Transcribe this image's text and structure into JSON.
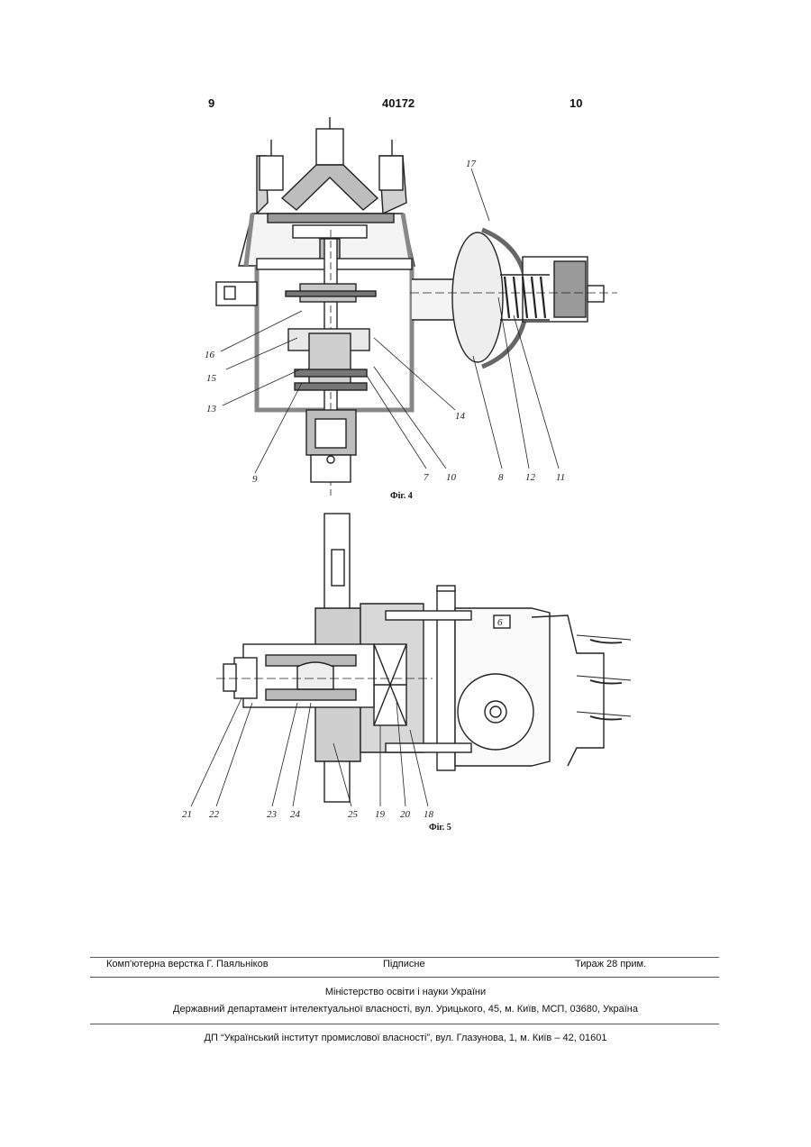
{
  "header": {
    "page_left": "9",
    "patent_number": "40172",
    "page_right": "10"
  },
  "figures": {
    "fig4": {
      "caption": "Фіг. 4",
      "labels": [
        "17",
        "16",
        "15",
        "13",
        "14",
        "9",
        "7",
        "10",
        "8",
        "12",
        "11"
      ]
    },
    "fig5": {
      "caption": "Фіг. 5",
      "labels": [
        "21",
        "22",
        "23",
        "24",
        "25",
        "19",
        "20",
        "18",
        "6"
      ]
    }
  },
  "footer": {
    "layout_credit": "Комп'ютерна верстка Г. Паяльніков",
    "signed": "Підписне",
    "circulation": "Тираж 28 прим.",
    "ministry": "Міністерство освіти і науки України",
    "department": "Державний департамент інтелектуальної власності, вул. Урицького, 45, м. Київ, МСП, 03680, Україна",
    "institute": "ДП “Український інститут промислової власності”, вул. Глазунова, 1, м. Київ – 42, 01601"
  }
}
